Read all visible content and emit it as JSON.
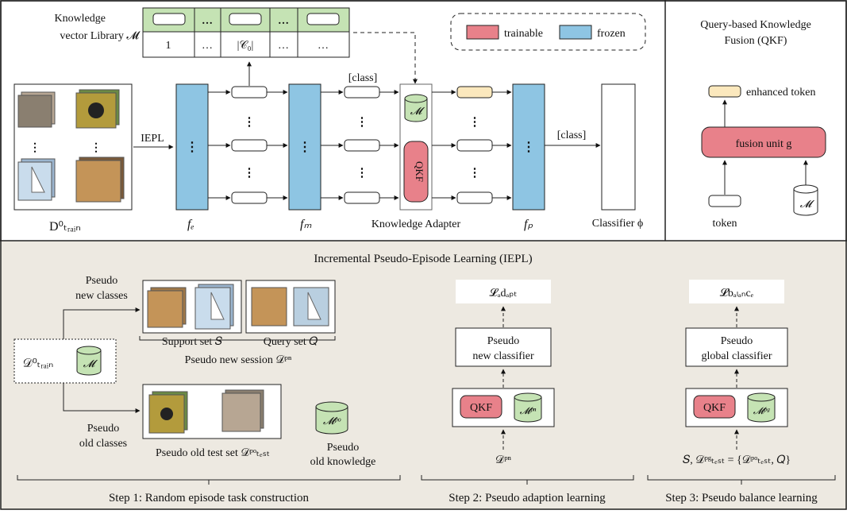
{
  "colors": {
    "trainable": "#e8818a",
    "frozen": "#8ec5e3",
    "library_green": "#c5e3b4",
    "enhanced_token": "#fbe8bd",
    "bottom_bg": "#ede9e1"
  },
  "top": {
    "library": {
      "label_line1": "Knowledge",
      "label_line2": "vector Library 𝓜",
      "cells": [
        "1",
        "…",
        "|𝒞₀|",
        "…",
        "…"
      ]
    },
    "legend": {
      "trainable": "trainable",
      "frozen": "frozen"
    },
    "images_label": "D⁰ₜᵣₐᵢₙ",
    "iepl_arrow_label": "IEPL",
    "fe_label": "fₑ",
    "fm_label": "fₘ",
    "fp_label": "fₚ",
    "class_token_1": "[class]",
    "class_token_2": "[class]",
    "adapter_label": "Knowledge Adapter",
    "adapter_m": "𝓜",
    "adapter_qkf": "QKF",
    "classifier_label": "Classifier ϕ",
    "dots_v": "⋮"
  },
  "qkf_panel": {
    "title_line1": "Query-based Knowledge",
    "title_line2": "Fusion (QKF)",
    "enhanced_token": "enhanced token",
    "fusion_unit": "fusion unit g",
    "token": "token",
    "m": "𝓜"
  },
  "bottom": {
    "title": "Incremental Pseudo-Episode Learning (IEPL)",
    "dataset_label": "𝒟⁰ₜᵣₐᵢₙ",
    "dataset_m": "𝓜",
    "pseudo_new_line1": "Pseudo",
    "pseudo_new_line2": "new classes",
    "pseudo_old_line1": "Pseudo",
    "pseudo_old_line2": "old classes",
    "support_set": "Support set 𝑆",
    "query_set": "Query set 𝑄",
    "new_session": "Pseudo new session 𝒟ᵖⁿ",
    "old_test_set": "Pseudo old test set 𝒟ᵖᵒₜₑₛₜ",
    "mpo": "𝓜ᵖᵒ",
    "old_knowledge_line1": "Pseudo",
    "old_knowledge_line2": "old knowledge",
    "step1": "Step 1: Random episode task construction",
    "step2": "Step 2: Pseudo adaption learning",
    "step3": "Step 3: Pseudo balance learning",
    "adapt": {
      "loss": "𝓛ₐdₐₚₜ",
      "classifier_line1": "Pseudo",
      "classifier_line2": "new classifier",
      "qkf": "QKF",
      "m": "𝓜ᵖⁿ",
      "input": "𝒟ᵖⁿ"
    },
    "balance": {
      "loss": "𝓛bₐₗₐₙcₑ",
      "classifier_line1": "Pseudo",
      "classifier_line2": "global classifier",
      "qkf": "QKF",
      "m": "𝓜ᵖᵍ",
      "input": "𝑆, 𝒟ᵖᵍₜₑₛₜ = {𝒟ᵖᵒₜₑₛₜ, 𝑄}"
    }
  }
}
